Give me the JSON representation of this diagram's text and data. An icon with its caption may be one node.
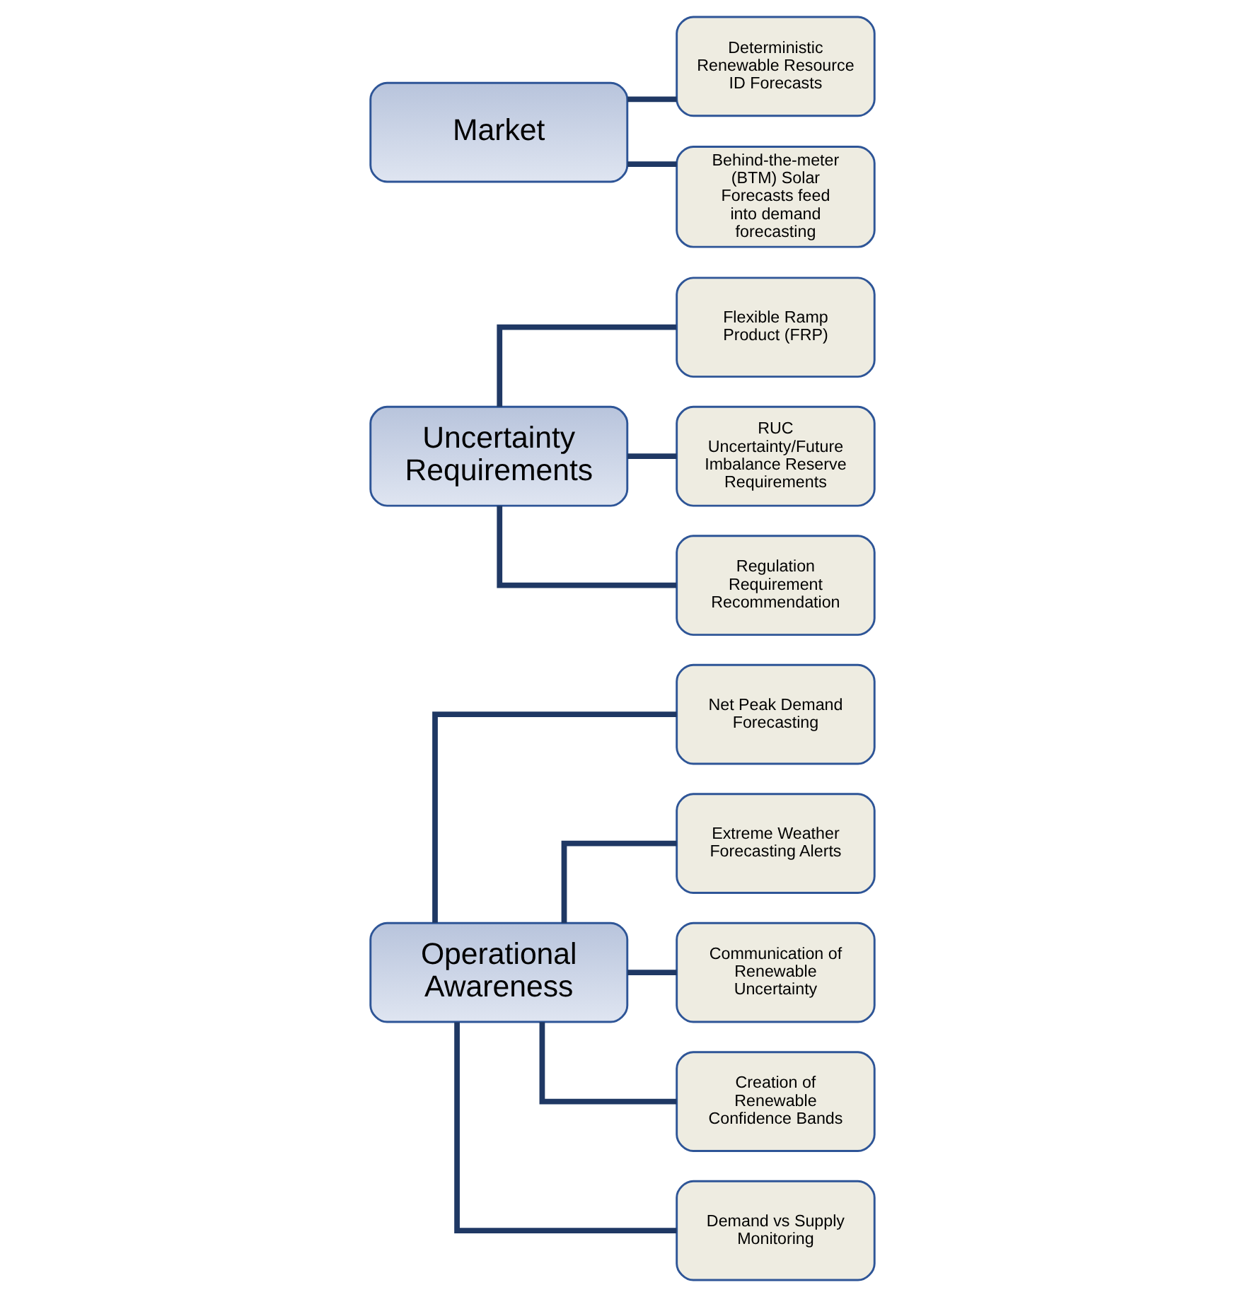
{
  "diagram": {
    "nodes": [
      {
        "text": [
          "Operational Awareness"
        ]
      },
      {
        "text": [
          "Net Peak Demand Forecasting"
        ]
      },
      {
        "text": [
          "Extreme Weather Forecasting Alerts"
        ]
      },
      {
        "text": [
          "Communication of Renewable Uncertainty"
        ]
      },
      {
        "text": [
          "Creation of Renewable Confidence Bands"
        ]
      },
      {
        "text": [
          "Demand vs Supply Monitoring"
        ]
      },
      {
        "text": [
          "Uncertainty Requirements"
        ]
      },
      {
        "text": [
          "Flexible Ramp Product (FRP)"
        ]
      },
      {
        "text": [
          "RUC Uncertainty/Future Imbalance Reserve Requirements"
        ]
      },
      {
        "text": [
          "Regulation Requirement Recommendation"
        ]
      },
      {
        "text": [
          "Market"
        ]
      },
      {
        "text": [
          "Deterministic Renewable Resource ID Forecasts"
        ]
      },
      {
        "text": [
          "Behind-the-meter (BTM) Solar Forecasts feed into demand forecasting"
        ]
      }
    ],
    "edges": [
      {
        "from": 0,
        "to": 1,
        "arrow": "none"
      },
      {
        "from": 0,
        "to": 2,
        "arrow": "none"
      },
      {
        "from": 0,
        "to": 3,
        "arrow": "none"
      },
      {
        "from": 0,
        "to": 4,
        "arrow": "none"
      },
      {
        "from": 0,
        "to": 5,
        "arrow": "none"
      },
      {
        "from": 6,
        "to": 7,
        "arrow": "none"
      },
      {
        "from": 6,
        "to": 8,
        "arrow": "none"
      },
      {
        "from": 6,
        "to": 9,
        "arrow": "none"
      },
      {
        "from": 10,
        "to": 11,
        "arrow": "none"
      },
      {
        "from": 10,
        "to": 12,
        "arrow": "none"
      }
    ]
  }
}
